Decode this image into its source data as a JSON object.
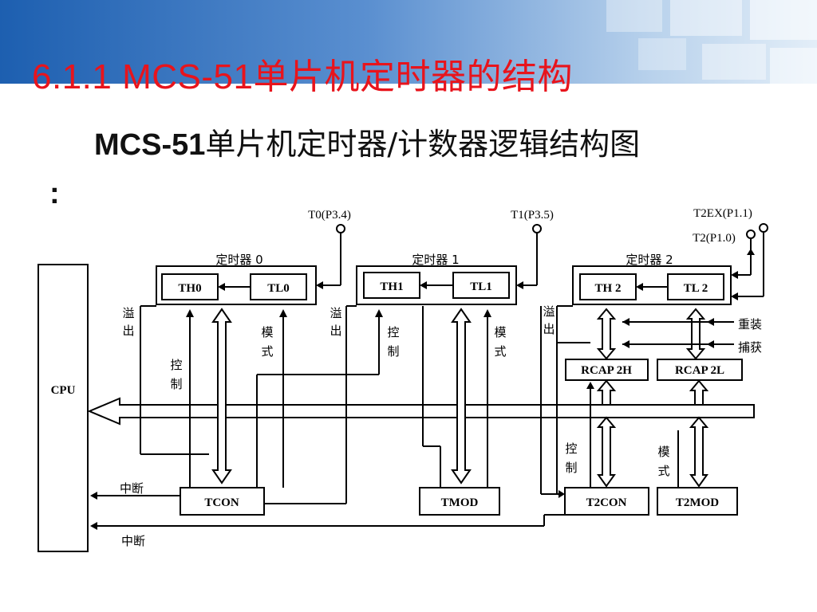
{
  "title": "6.1.1  MCS-51单片机定时器的结构",
  "subtitle_en": "MCS-51",
  "subtitle_cn": "单片机定时器/计数器逻辑结构图",
  "colon": ":",
  "pins": {
    "t0": "T0(P3.4)",
    "t1": "T1(P3.5)",
    "t2ex": "T2EX(P1.1)",
    "t2": "T2(P1.0)"
  },
  "timers": {
    "timer0": "定时器 0",
    "timer1": "定时器 1",
    "timer2": "定时器 2"
  },
  "registers": {
    "th0": "TH0",
    "tl0": "TL0",
    "th1": "TH1",
    "tl1": "TL1",
    "th2": "TH 2",
    "tl2": "TL 2",
    "rcap2h": "RCAP 2H",
    "rcap2l": "RCAP 2L",
    "tcon": "TCON",
    "tmod": "TMOD",
    "t2con": "T2CON",
    "t2mod": "T2MOD",
    "cpu": "CPU"
  },
  "labels": {
    "overflow": [
      "溢",
      "出"
    ],
    "control": [
      "控",
      "制"
    ],
    "mode": [
      "模",
      "式"
    ],
    "reload": "重装",
    "capture": "捕获",
    "interrupt": "中断"
  },
  "colors": {
    "title": "#e8141c",
    "banner_dark": "#1d5fb0",
    "banner_light": "#d6e6f6"
  }
}
